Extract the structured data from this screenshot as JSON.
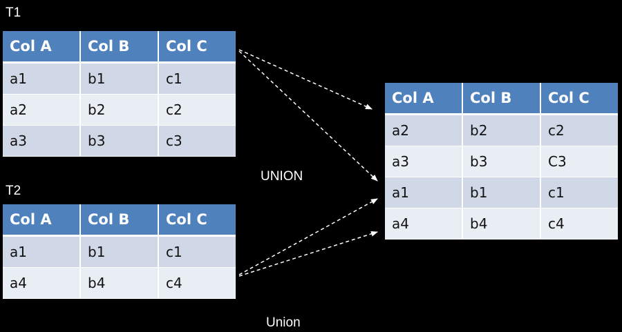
{
  "t1": {
    "title": "T1",
    "headers": [
      "Col A",
      "Col B",
      "Col C"
    ],
    "rows": [
      [
        "a1",
        "b1",
        "c1"
      ],
      [
        "a2",
        "b2",
        "c2"
      ],
      [
        "a3",
        "b3",
        "c3"
      ]
    ]
  },
  "t2": {
    "title": "T2",
    "headers": [
      "Col A",
      "Col B",
      "Col C"
    ],
    "rows": [
      [
        "a1",
        "b1",
        "c1"
      ],
      [
        "a4",
        "b4",
        "c4"
      ]
    ]
  },
  "result": {
    "headers": [
      "Col A",
      "Col B",
      "Col C"
    ],
    "rows": [
      [
        "a2",
        "b2",
        "c2"
      ],
      [
        "a3",
        "b3",
        "C3"
      ],
      [
        "a1",
        "b1",
        "c1"
      ],
      [
        "a4",
        "b4",
        "c4"
      ]
    ]
  },
  "operation_label": "UNION",
  "caption": "Union",
  "colors": {
    "header": "#4f81bd",
    "row_odd": "#d0d8e8",
    "row_even": "#e9edf4",
    "background": "#000000"
  }
}
